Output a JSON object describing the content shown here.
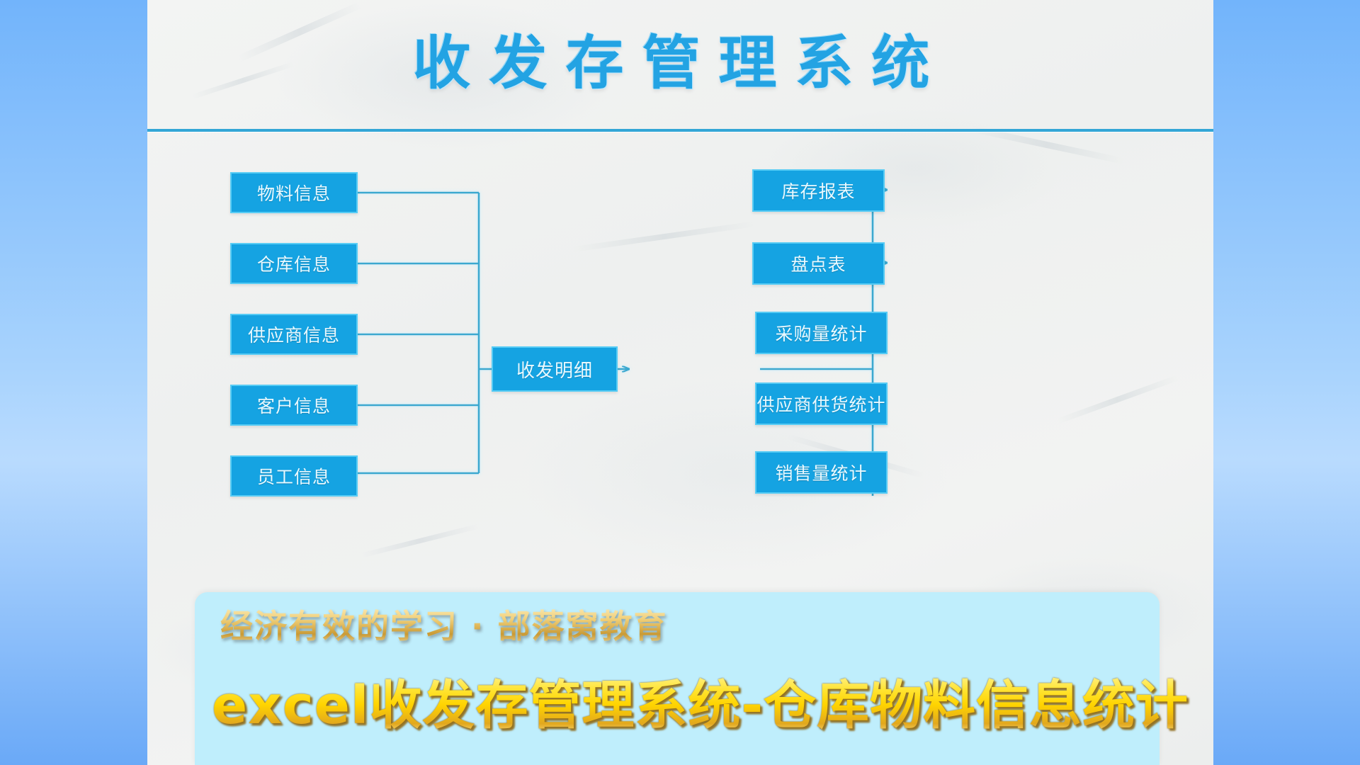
{
  "header": {
    "title": "收发存管理系统",
    "accent_color": "#23a3e3",
    "rule_color": "#33a6d6"
  },
  "diagram": {
    "node_fill": "#15a3e2",
    "node_border": "#57ccf5",
    "connector_color": "#3aa8cf",
    "inputs_label": "inputs",
    "inputs": [
      {
        "label": "物料信息"
      },
      {
        "label": "仓库信息"
      },
      {
        "label": "供应商信息"
      },
      {
        "label": "客户信息"
      },
      {
        "label": "员工信息"
      }
    ],
    "center": {
      "label": "收发明细"
    },
    "outputs_label": "outputs",
    "outputs": [
      {
        "label": "库存报表"
      },
      {
        "label": "盘点表"
      },
      {
        "label": "采购量统计"
      },
      {
        "label": "供应商供货统计"
      },
      {
        "label": "销售量统计"
      }
    ]
  },
  "caption": {
    "subtitle": "经济有效的学习 · 部落窝教育",
    "title": "excel收发存管理系统-仓库物料信息统计",
    "background_color": "#bfeefc",
    "subtitle_color": "#e0bf70",
    "title_color": "#ffd400"
  },
  "frame": {
    "background_color": "#8cc4fb",
    "paper_color": "#f1f2f1"
  }
}
